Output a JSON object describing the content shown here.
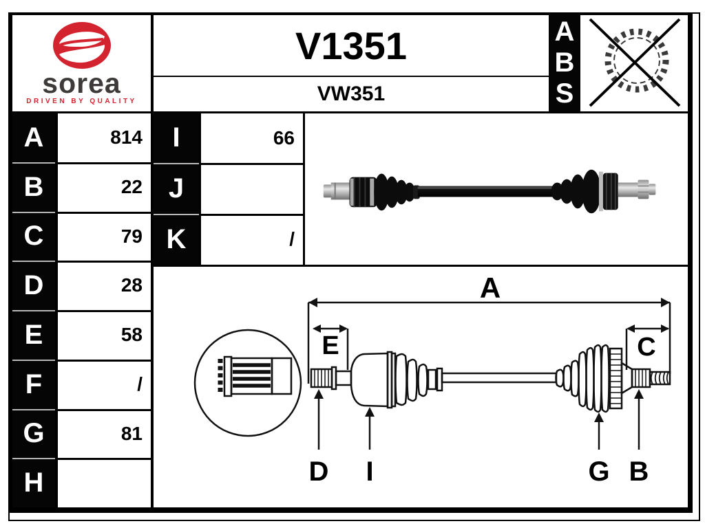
{
  "brand": {
    "name": "sorea",
    "tagline": "DRIVEN BY QUALITY",
    "logo_icon": "sorea-oval-s-logo",
    "red": "#d2232f",
    "dark_gray": "#3e3a39"
  },
  "header": {
    "part_number": "V1351",
    "reference": "VW351"
  },
  "abs": {
    "letters": [
      "A",
      "B",
      "S"
    ],
    "icon": "crossed-out-gear-icon"
  },
  "spec_table": {
    "left_rows": [
      {
        "label": "A",
        "value": "814"
      },
      {
        "label": "B",
        "value": "22"
      },
      {
        "label": "C",
        "value": "79"
      },
      {
        "label": "D",
        "value": "28"
      },
      {
        "label": "E",
        "value": "58"
      },
      {
        "label": "F",
        "value": "/"
      },
      {
        "label": "G",
        "value": "81"
      },
      {
        "label": "H",
        "value": ""
      }
    ],
    "right_rows": [
      {
        "label": "I",
        "value": "66"
      },
      {
        "label": "J",
        "value": ""
      },
      {
        "label": "K",
        "value": "/"
      }
    ]
  },
  "diagram": {
    "dim_a": "A",
    "dim_e": "E",
    "dim_c": "C",
    "ptr_d": "D",
    "ptr_i": "I",
    "ptr_g": "G",
    "ptr_b": "B",
    "detail_icon": "spline-detail-circle",
    "drawing_icon": "driveshaft-line-drawing"
  },
  "photo": {
    "icon": "driveshaft-photo"
  }
}
